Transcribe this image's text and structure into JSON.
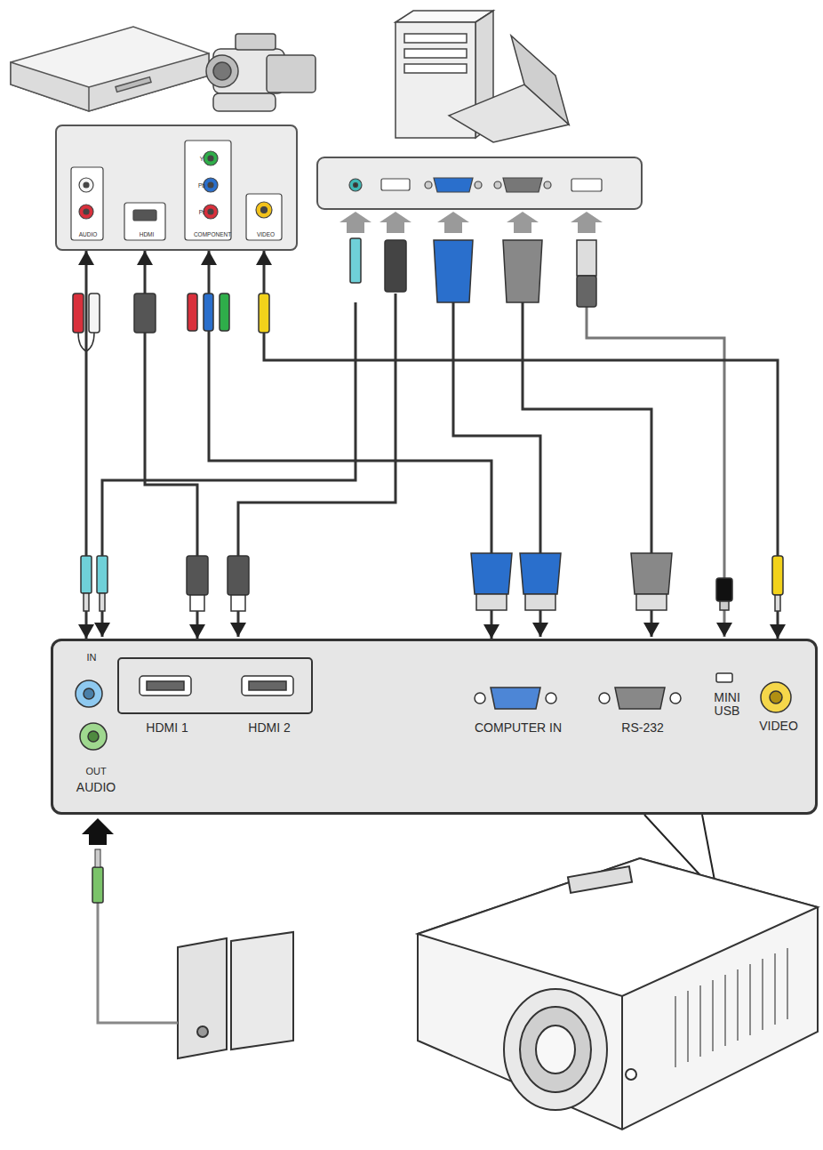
{
  "diagram": {
    "nodes": [
      {
        "text": [
          "AUDIO",
          "HDMI",
          "Y",
          "Pb",
          "Pr",
          "COMPONENT",
          "VIDEO"
        ]
      },
      {
        "text": [
          "IN",
          "OUT",
          "AUDIO",
          "HDMI 1",
          "HDMI 2",
          "COMPUTER IN",
          "RS-232",
          "MINI USB",
          "VIDEO"
        ]
      }
    ],
    "edges": [
      {
        "from": 0,
        "to": 1,
        "arrow": "both"
      },
      {
        "from": 0,
        "to": 1,
        "arrow": "both"
      },
      {
        "from": 0,
        "to": 1,
        "arrow": "both"
      },
      {
        "from": 0,
        "to": 1,
        "arrow": "both"
      }
    ]
  }
}
